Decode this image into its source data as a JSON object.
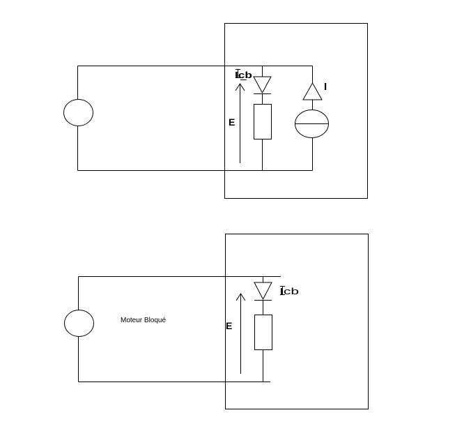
{
  "diagram1": {
    "label_icb": "Icb",
    "label_e": "E",
    "label_i": "I"
  },
  "diagram2": {
    "label_icb": "Icb",
    "label_e": "E",
    "caption": "Moteur Bloqué"
  }
}
